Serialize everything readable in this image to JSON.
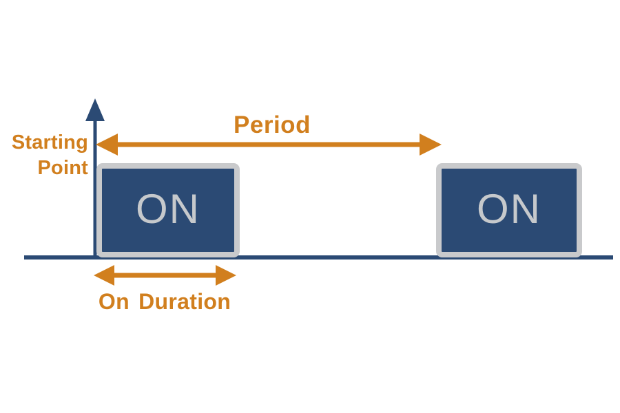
{
  "labels": {
    "starting_point_line1": "Starting",
    "starting_point_line2": "Point",
    "period": "Period",
    "on_duration": "On Duration"
  },
  "pulses": [
    {
      "label": "ON"
    },
    {
      "label": "ON"
    }
  ],
  "colors": {
    "navy": "#2b4a74",
    "orange": "#d17f1e",
    "box_border": "#c9cacc",
    "on_text": "#c6c9cc",
    "bg": "#ffffff"
  }
}
